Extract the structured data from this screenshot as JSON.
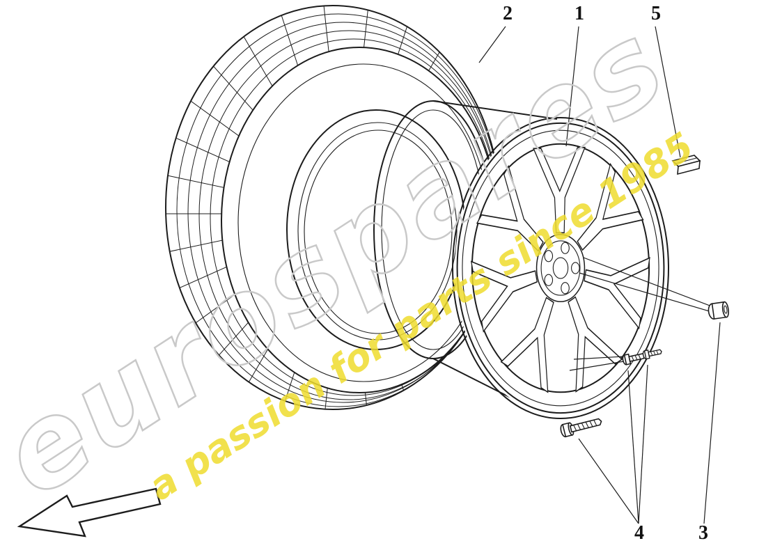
{
  "colors": {
    "bg": "#ffffff",
    "line": "#1c1c1c",
    "wm-gray": "#c9c9c9",
    "wm-yellow": "#eedc2e"
  },
  "watermark": {
    "brand": "eurospares",
    "tagline": "a passion for parts since 1985"
  },
  "callouts": {
    "c1": "1",
    "c2": "2",
    "c3": "3",
    "c4": "4",
    "c5": "5"
  }
}
